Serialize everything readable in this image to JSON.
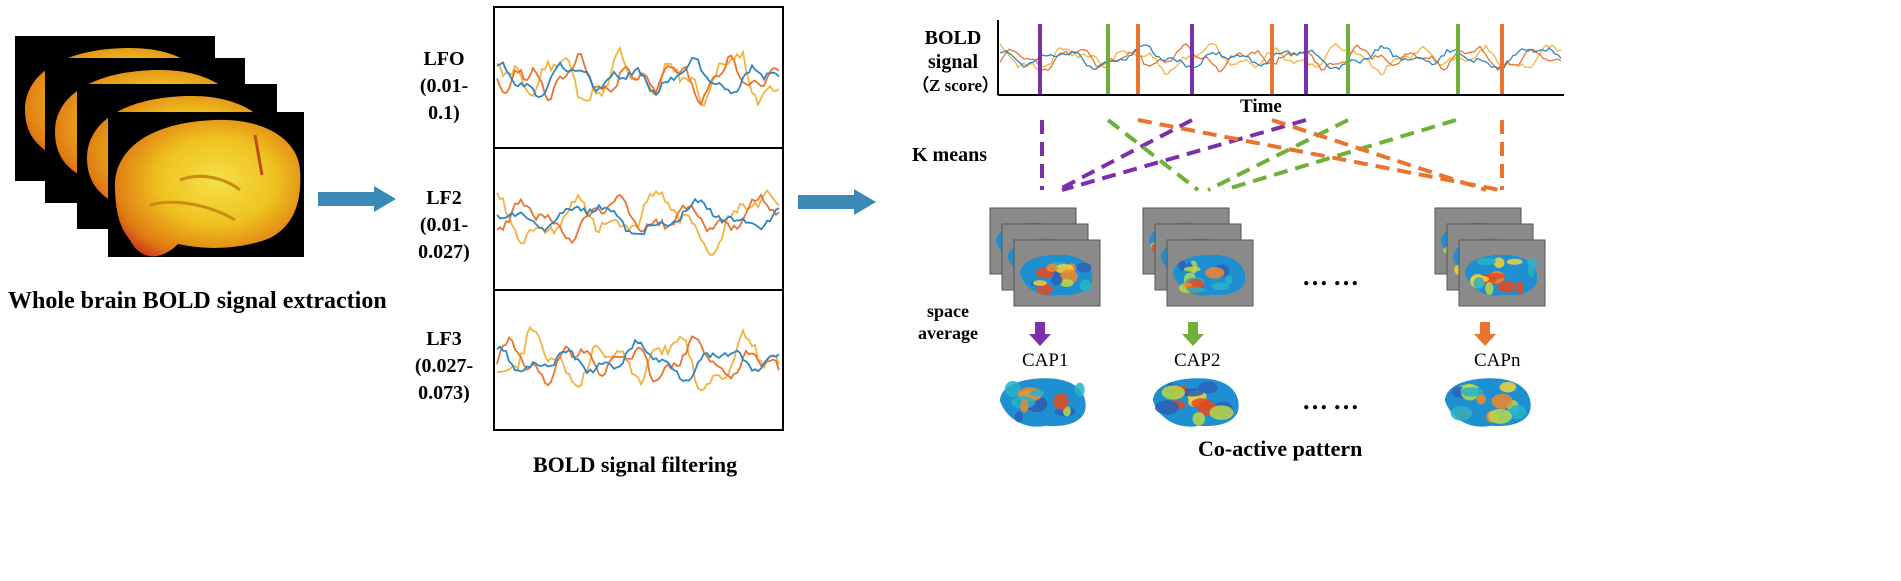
{
  "section1": {
    "caption": "Whole brain BOLD signal extraction"
  },
  "section2": {
    "caption": "BOLD signal  filtering",
    "bands": [
      {
        "name": "LFO",
        "range": "(0.01-0.1)",
        "line1": "(0.01-",
        "line2": "0.1)"
      },
      {
        "name": "LF2",
        "range": "(0.01-0.027)",
        "line1": "(0.01-",
        "line2": "0.027)"
      },
      {
        "name": "LF3",
        "range": "(0.027-0.073)",
        "line1": "(0.027-",
        "line2": "0.073)"
      }
    ]
  },
  "section3": {
    "signal_label_line1": "BOLD",
    "signal_label_line2": "signal",
    "signal_label_line3": "（Z score）",
    "time_label": "Time",
    "kmeans_label": "K means",
    "space_label_line1": "space",
    "space_label_line2": "average",
    "ellipsis": "……",
    "caps": [
      "CAP1",
      "CAP2",
      "CAPn"
    ],
    "caption": "Co-active pattern"
  },
  "colors": {
    "blue": "#2e86c1",
    "orange": "#e8742f",
    "yellow": "#f2b341",
    "purple": "#7b2fa8",
    "green": "#6fb03a",
    "arrow": "#3b8ab5"
  }
}
